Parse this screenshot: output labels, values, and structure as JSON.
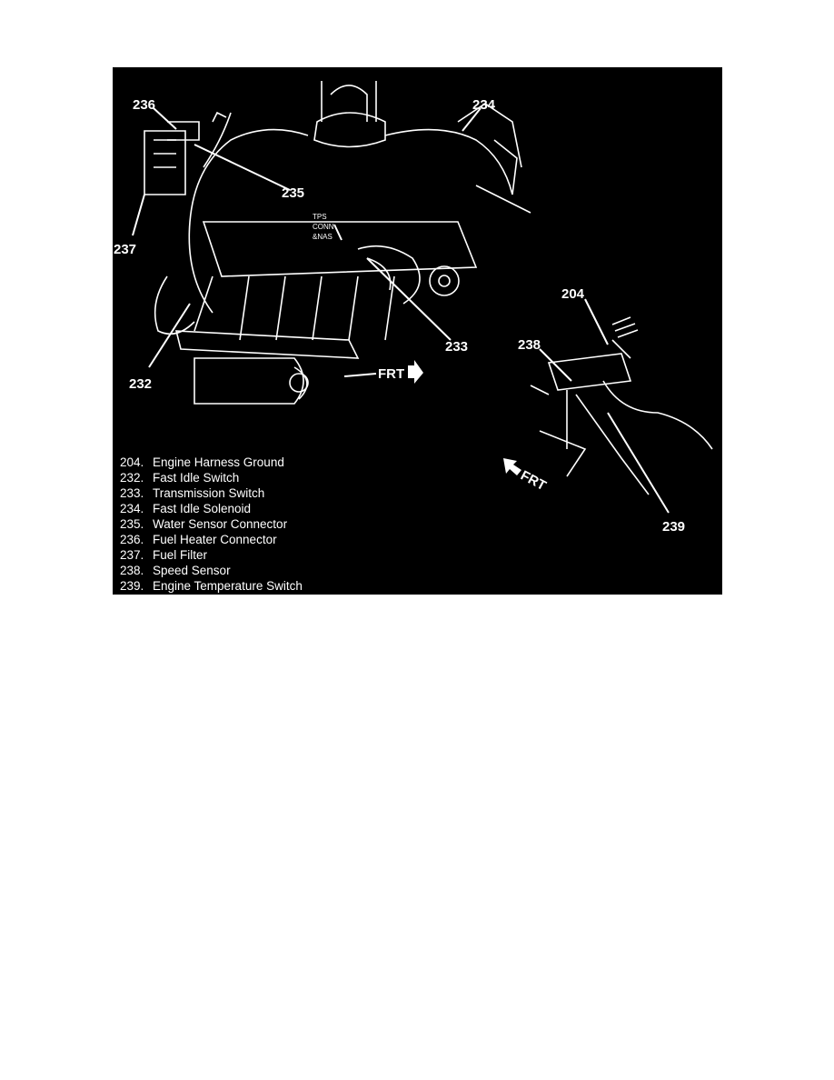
{
  "figure": {
    "callouts": {
      "c204": "204",
      "c232": "232",
      "c233": "233",
      "c234": "234",
      "c235": "235",
      "c236": "236",
      "c237": "237",
      "c238": "238",
      "c239": "239"
    },
    "tps_label": [
      "TPS",
      "CONN",
      "&NAS"
    ],
    "frt_right": "FRT",
    "frt_left": "FRT",
    "legend": [
      {
        "num": "204.",
        "label": "Engine Harness Ground"
      },
      {
        "num": "232.",
        "label": "Fast Idle Switch"
      },
      {
        "num": "233.",
        "label": "Transmission Switch"
      },
      {
        "num": "234.",
        "label": "Fast Idle Solenoid"
      },
      {
        "num": "235.",
        "label": "Water Sensor Connector"
      },
      {
        "num": "236.",
        "label": "Fuel Heater Connector"
      },
      {
        "num": "237.",
        "label": "Fuel Filter"
      },
      {
        "num": "238.",
        "label": "Speed Sensor"
      },
      {
        "num": "239.",
        "label": "Engine Temperature Switch"
      }
    ]
  }
}
